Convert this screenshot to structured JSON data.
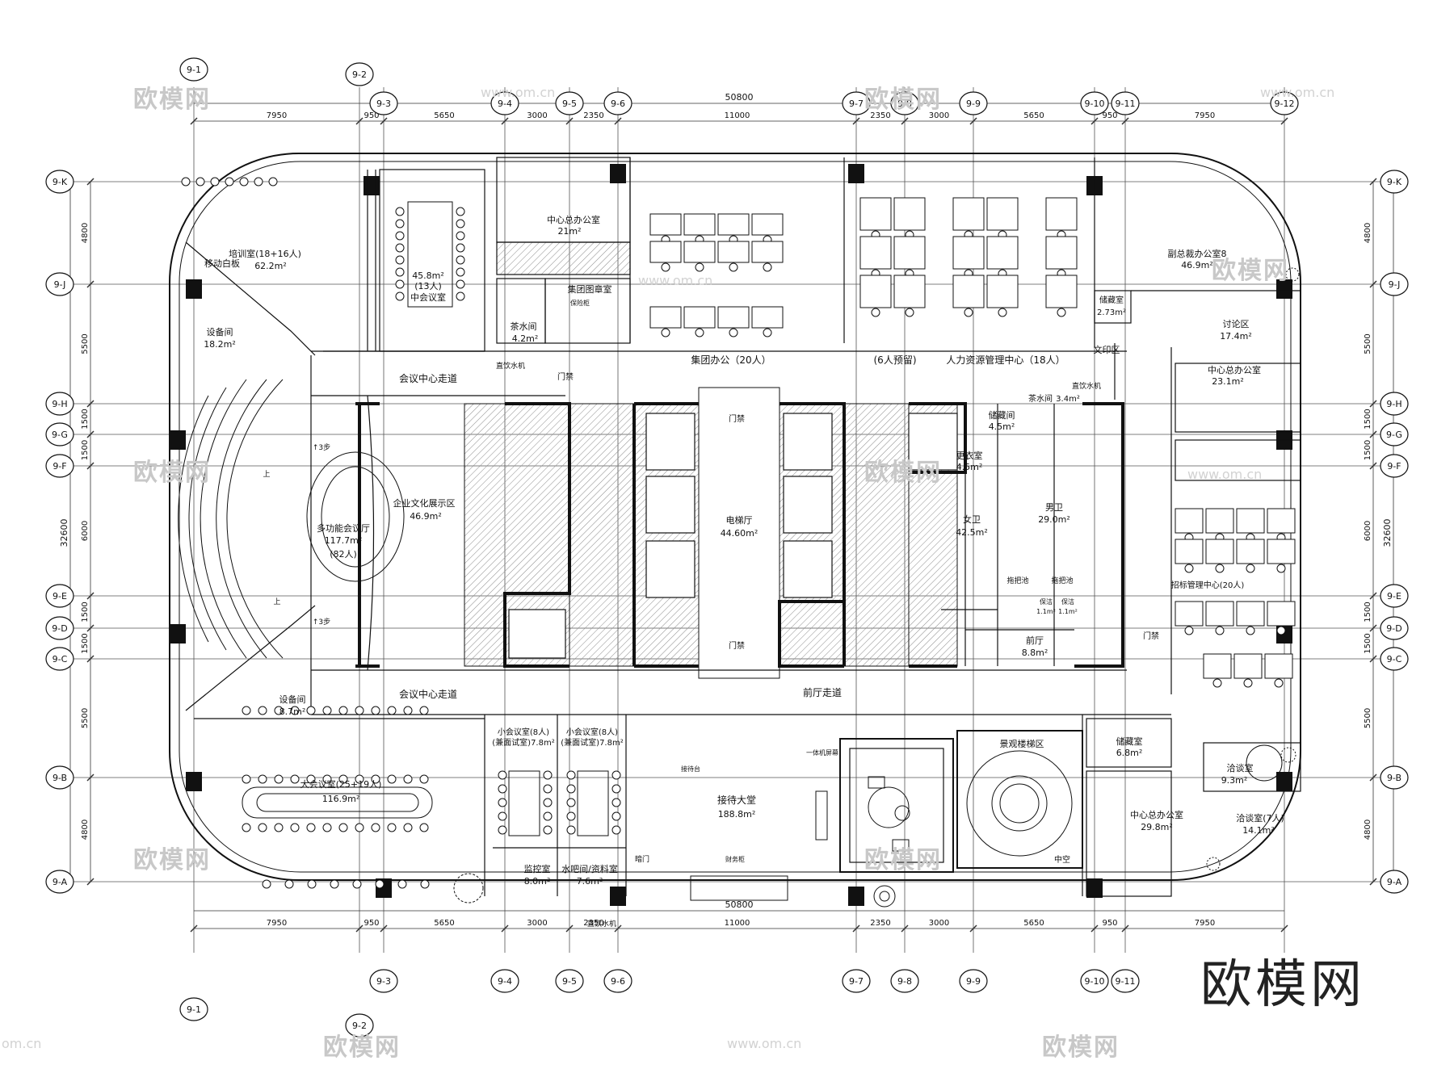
{
  "brand": "欧模网",
  "watermark": "欧模网",
  "watermark_url": "www.om.cn",
  "watermark_url_short": "om.cn",
  "grid": {
    "cols_top": [
      "9-1",
      "9-2",
      "9-3",
      "9-4",
      "9-5",
      "9-6",
      "9-7",
      "9-8",
      "9-9",
      "9-10",
      "9-11",
      "9-12"
    ],
    "cols_bottom": [
      "9-1",
      "9-2",
      "9-3",
      "9-4",
      "9-5",
      "9-6",
      "9-7",
      "9-8",
      "9-9",
      "9-10",
      "9-11"
    ],
    "rows": [
      "9-K",
      "9-J",
      "9-H",
      "9-G",
      "9-F",
      "9-E",
      "9-D",
      "9-C",
      "9-B",
      "9-A"
    ]
  },
  "dims": {
    "total": "50800",
    "segments": [
      "7950",
      "950",
      "5650",
      "3000",
      "2350",
      "11000",
      "2350",
      "3000",
      "5650",
      "950",
      "7950"
    ],
    "side_total": "32600",
    "side": [
      "4800",
      "5500",
      "1500",
      "1500",
      "6000",
      "1500",
      "1500",
      "5500",
      "4800"
    ]
  },
  "rooms": {
    "training": "培训室(18+16人)",
    "training_area": "62.2m²",
    "mobile_board": "移动白板",
    "mid_meeting": "45.8m²",
    "mid_meeting_cap": "(13人)",
    "mid_meeting_name": "中会议室",
    "center_office": "中心总办公室",
    "center_office_area": "21m²",
    "archive": "集团图章室",
    "archive_cabinet": "保险柜",
    "tea1": "茶水间",
    "tea1_area": "4.2m²",
    "equip1": "设备间",
    "equip1_area": "18.2m²",
    "group_office": "集团办公（20人）",
    "reserve": "(6人预留)",
    "hr": "人力资源管理中心（18人）",
    "storage1": "储藏室",
    "storage1_area": "2.73m²",
    "print": "文印区",
    "vp_office": "副总裁办公室8",
    "vp_area": "46.9m²",
    "discuss": "讨论区",
    "discuss_area": "17.4m²",
    "center_office2": "中心总办公室",
    "center_office2_area": "23.1m²",
    "corridor_top": "会议中心走道",
    "water1": "直饮水机",
    "door1": "门禁",
    "door2": "门禁",
    "door3": "门禁",
    "door4": "门禁",
    "multi": "多功能会议厅",
    "multi_area": "117.7m²",
    "multi_cap": "(82人)",
    "step1": "↑3步",
    "step2": "↑3步",
    "up1": "上",
    "up2": "上",
    "culture": "企业文化展示区",
    "culture_area": "46.9m²",
    "elevator": "电梯厅",
    "elevator_area": "44.60m²",
    "tea2": "茶水间",
    "tea2_area": "3.4m²",
    "water2": "直饮水机",
    "storage2": "储藏间",
    "storage2_area": "4.5m²",
    "locker": "更衣室",
    "locker_area": "4.5m²",
    "female": "女卫",
    "female_area": "42.5m²",
    "male": "男卫",
    "male_area": "29.0m²",
    "mop1": "拖把池",
    "mop2": "拖把池",
    "clean1": "保洁",
    "clean1_area": "1.1m²",
    "clean2": "保洁",
    "clean2_area": "1.1m²",
    "lobby_front": "前厅",
    "lobby_front_area": "8.8m²",
    "bid": "招标管理中心(20人)",
    "corridor_bottom": "会议中心走道",
    "equip2": "设备间",
    "equip2_area": "8.7m²",
    "front_corridor": "前厅走道",
    "big_meeting": "大会议室(25+19人)",
    "big_meeting_area": "116.9m²",
    "small1": "小会议室(8人)",
    "small1_sub": "(兼面试室)7.8m²",
    "small2": "小会议室(8人)",
    "small2_sub": "(兼面试室)7.8m²",
    "reception": "接待大堂",
    "reception_area": "188.8m²",
    "reception_desk": "接待台",
    "landscape": "景观楼梯区",
    "storage3": "储藏室",
    "storage3_area": "6.8m²",
    "nego1": "洽谈室",
    "nego1_area": "9.3m²",
    "nego2": "洽谈室(7人)",
    "nego2_area": "14.1m²",
    "center_office3": "中心总办公室",
    "center_office3_area": "29.8m²",
    "monitor": "监控室",
    "monitor_area": "8.0m²",
    "bar": "水吧间/资料室",
    "bar_area": "7.6m²",
    "water3": "直饮水机",
    "side_door": "暗门",
    "screen": "一体机屏幕",
    "finance": "财务柜",
    "center_mark": "中空"
  },
  "colors": {
    "line": "#111111",
    "hatch": "#8c8c8c",
    "watermark": "#c8c8c8"
  }
}
